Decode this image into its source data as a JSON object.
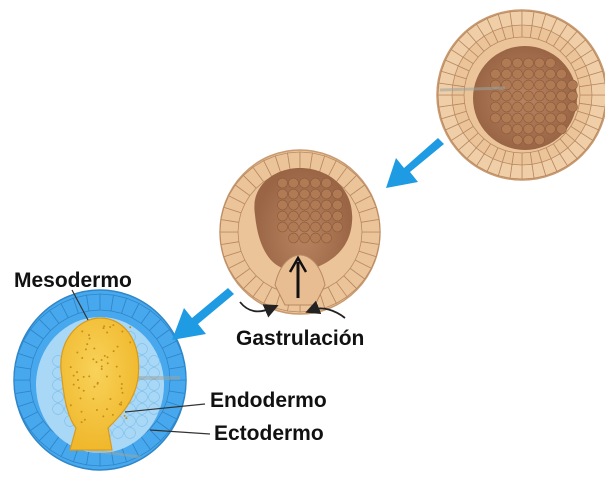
{
  "labels": {
    "mesodermo": "Mesodermo",
    "gastrulacion": "Gastrulación",
    "endodermo": "Endodermo",
    "ectodermo": "Ectodermo"
  },
  "colors": {
    "arrow": "#1e9be3",
    "blastula_outer": "#ecc49a",
    "blastula_inner": "#a9714d",
    "cell_stroke": "#b88a63",
    "mesoderm": "#47a8ee",
    "ectoderm": "#a9d8f7",
    "endoderm": "#f5c744",
    "text": "#111111"
  },
  "icons": {
    "stage_arrows": "arrow-down-left-icon",
    "invagination_arrows": "curved-arrow-icon"
  }
}
